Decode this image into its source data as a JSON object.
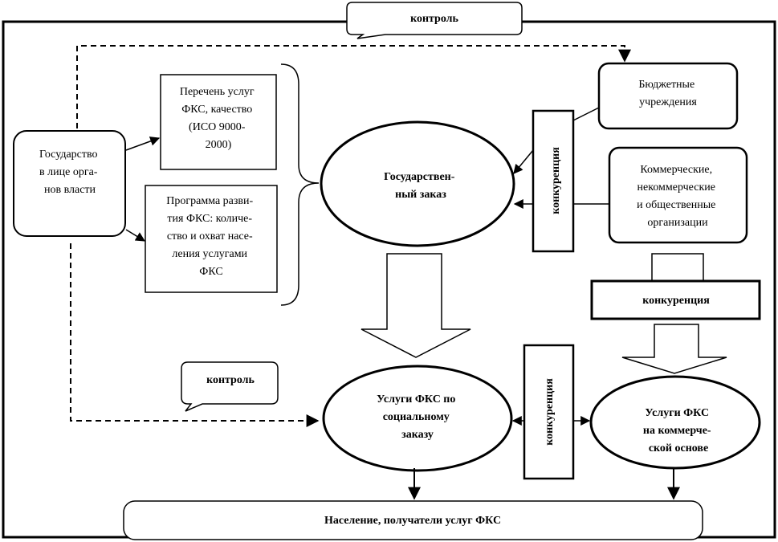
{
  "callout_top": "контроль",
  "callout_left": "контроль",
  "state": [
    "Государство",
    "в лице орга-",
    "нов власти"
  ],
  "list_services": [
    "Перечень услуг",
    "ФКС, качество",
    "(ИСО 9000-",
    "2000)"
  ],
  "program": [
    "Программа разви-",
    "тия ФКС: количе-",
    "ство и охват насе-",
    "ления услугами",
    "ФКС"
  ],
  "gov_order": [
    "Государствен-",
    "ный заказ"
  ],
  "budget": [
    "Бюджетные",
    "учреждения"
  ],
  "commercial": [
    "Коммерческие,",
    "некоммерческие",
    "и общественные",
    "организации"
  ],
  "competition_vertical": "конкуренция",
  "competition_horizontal": "конкуренция",
  "competition_lower": "конкуренция",
  "social_services": [
    "Услуги ФКС по",
    "социальному",
    "заказу"
  ],
  "commercial_services": [
    "Услуги ФКС",
    "на коммерче-",
    "ской основе"
  ],
  "population": "Население, получатели услуг ФКС"
}
